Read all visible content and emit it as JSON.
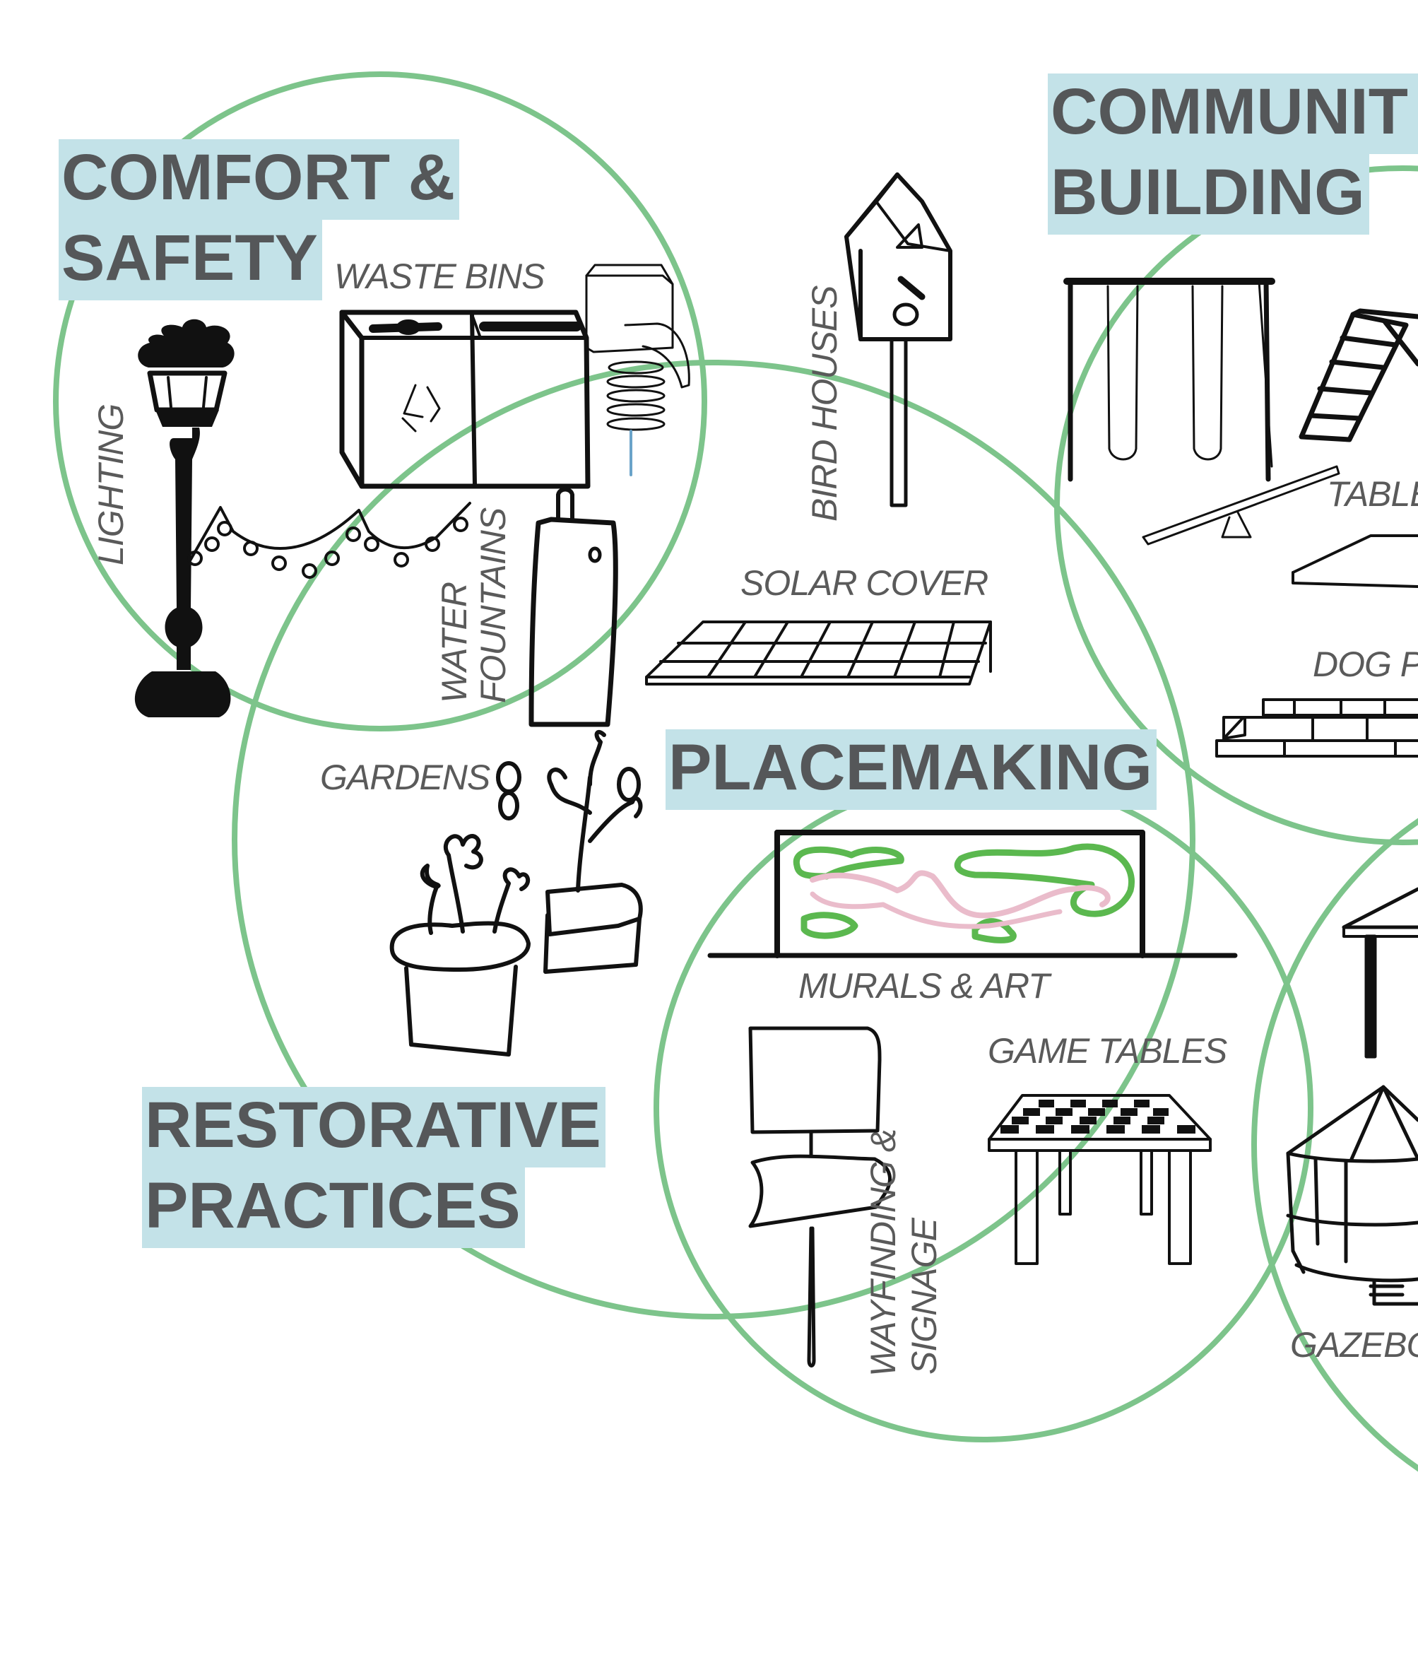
{
  "colors": {
    "circle": "#7dc48b",
    "heading_highlight": "#c3e2e8",
    "heading_text": "#555759",
    "label_text": "#5a5a5a",
    "sketch": "#111111",
    "mural_green": "#5bb84f",
    "mural_pink": "#eabccb"
  },
  "categories": {
    "comfort_safety": {
      "line1": "COMFORT &",
      "line2": "SAFETY"
    },
    "community_building": {
      "line1": "COMMUNIT",
      "line2": "BUILDING"
    },
    "placemaking": {
      "line1": "PLACEMAKING"
    },
    "restorative_practices": {
      "line1": "RESTORATIVE",
      "line2": "PRACTICES"
    }
  },
  "items": {
    "waste_bins": "WASTE BINS",
    "lighting": "LIGHTING",
    "water_fountains_line1": "WATER",
    "water_fountains_line2": "FOUNTAINS",
    "bird_houses": "BIRD HOUSES",
    "solar_cover": "SOLAR COVER",
    "gardens": "GARDENS",
    "murals_art": "MURALS & ART",
    "game_tables": "GAME TABLES",
    "wayfinding_line1": "WAYFINDING &",
    "wayfinding_line2": "SIGNAGE",
    "tables": "TABLE",
    "dog_park": "DOG P",
    "gazebo": "GAZEBO"
  },
  "icons": [
    "lamp-post-icon",
    "string-lights-icon",
    "waste-bins-icon",
    "hand-sanitizer-icon",
    "water-fountain-icon",
    "bird-house-icon",
    "solar-panel-icon",
    "planter-icon",
    "mural-icon",
    "signpost-icon",
    "game-table-icon",
    "swing-set-icon",
    "slide-icon",
    "seesaw-icon",
    "picnic-table-icon",
    "dog-park-icon",
    "gazebo-icon"
  ]
}
